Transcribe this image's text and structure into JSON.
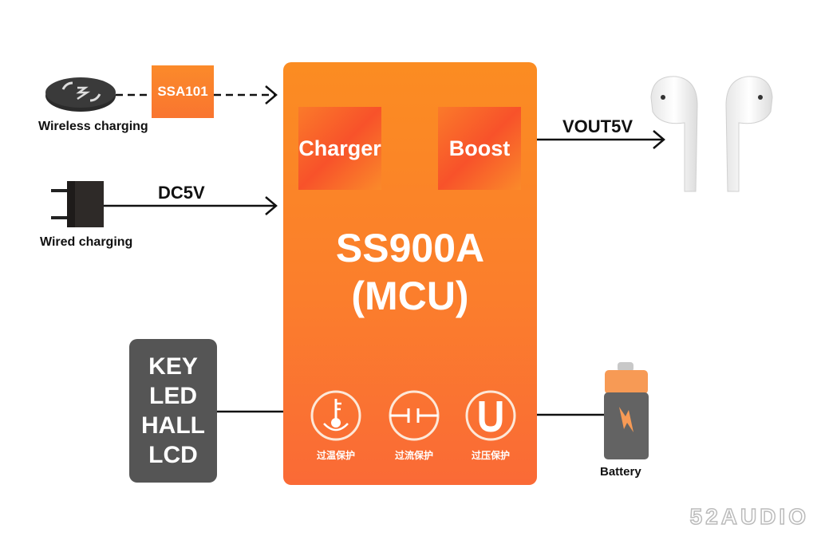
{
  "inputs": {
    "wireless": {
      "label": "Wireless charging",
      "chip": "SSA101"
    },
    "wired": {
      "label": "Wired charging",
      "voltage": "DC5V"
    }
  },
  "mcu": {
    "name": "SS900A",
    "subtitle": "(MCU)",
    "blocks": [
      "Charger",
      "Boost"
    ],
    "protections": [
      {
        "icon": "thermometer-icon",
        "label": "过温保护"
      },
      {
        "icon": "current-icon",
        "label": "过流保护"
      },
      {
        "icon": "voltage-icon",
        "label": "过压保护"
      }
    ]
  },
  "output": {
    "voltage": "VOUT5V",
    "device": "earbuds"
  },
  "peripherals": [
    "KEY",
    "LED",
    "HALL",
    "LCD"
  ],
  "battery": {
    "label": "Battery"
  },
  "watermark": "52AUDIO",
  "colors": {
    "accent": "#fb8c22",
    "dark": "#555555"
  }
}
